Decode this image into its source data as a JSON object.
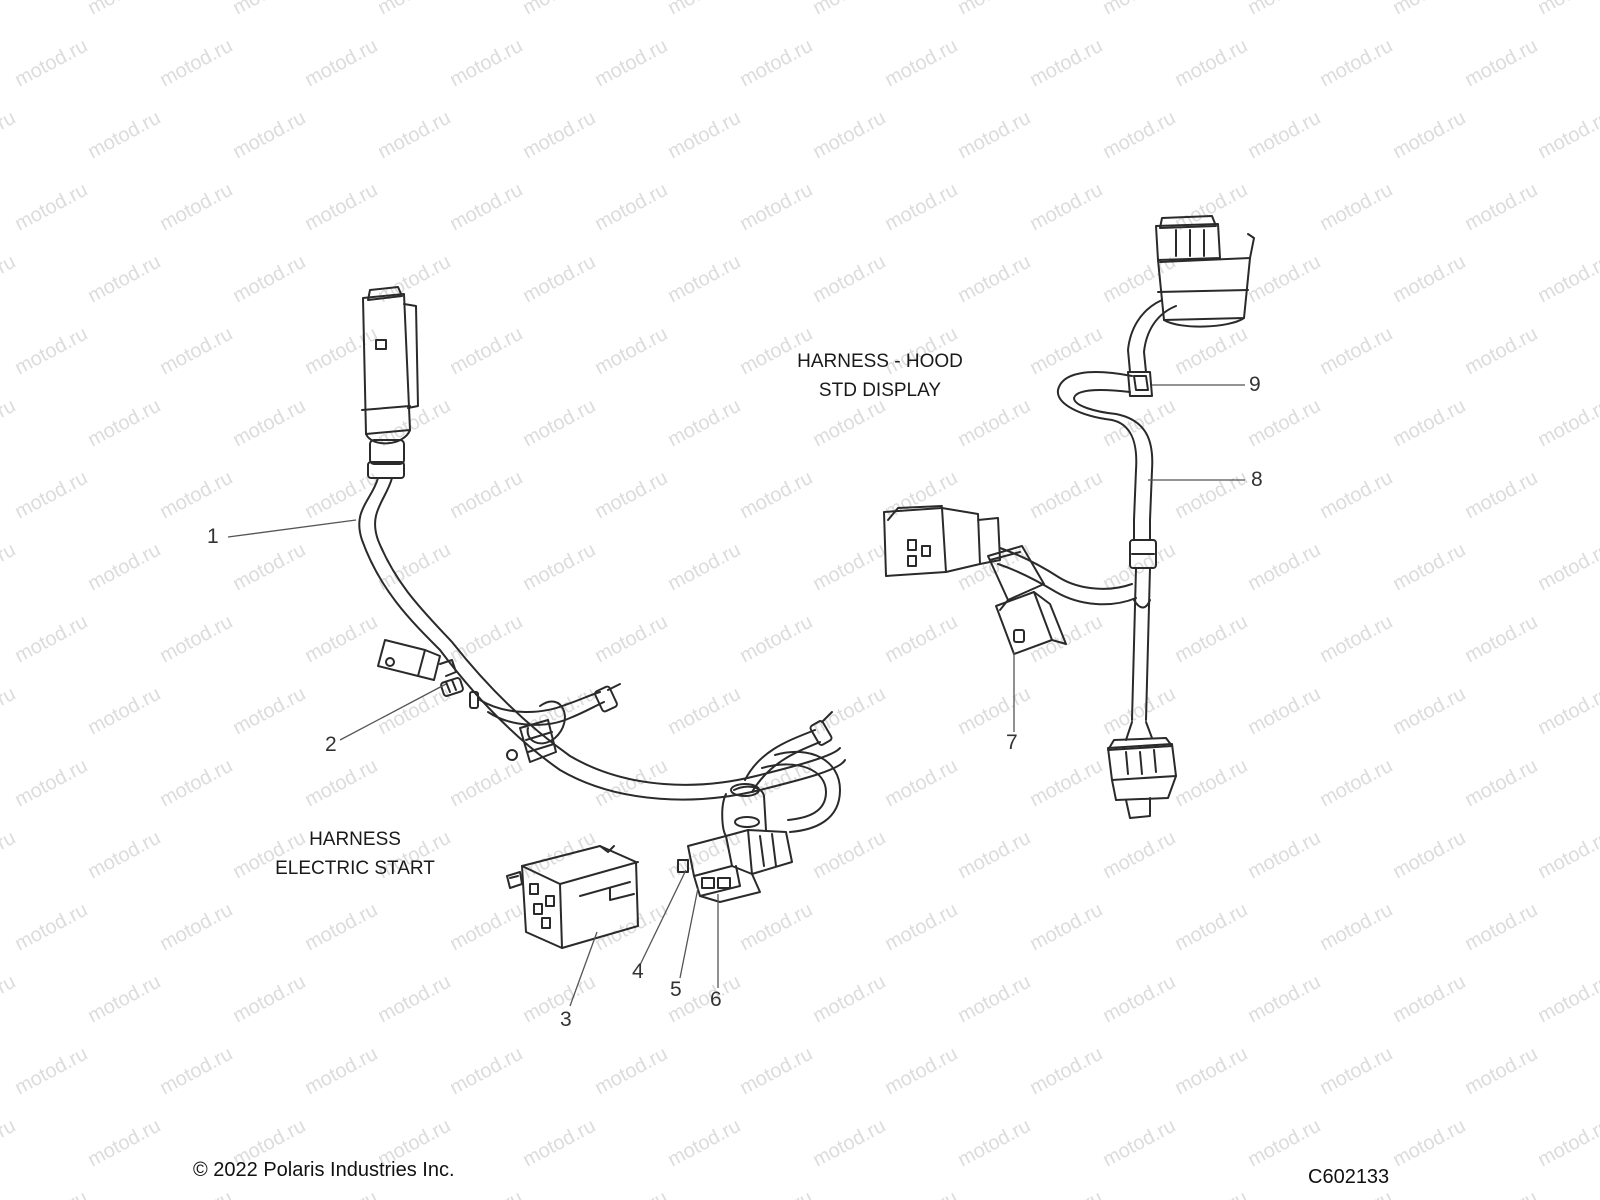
{
  "watermark": "motod.ru",
  "labels": {
    "hood_line1": "HARNESS - HOOD",
    "hood_line2": "STD DISPLAY",
    "start_line1": "HARNESS",
    "start_line2": "ELECTRIC START"
  },
  "callouts": [
    "1",
    "2",
    "3",
    "4",
    "5",
    "6",
    "7",
    "8",
    "9"
  ],
  "footer": {
    "copyright": "© 2022 Polaris Industries Inc.",
    "drawing_id": "C602133"
  },
  "colors": {
    "line": "#2a2a2a",
    "leader": "#555555",
    "watermark": "#dcdcdc",
    "background": "#ffffff"
  }
}
